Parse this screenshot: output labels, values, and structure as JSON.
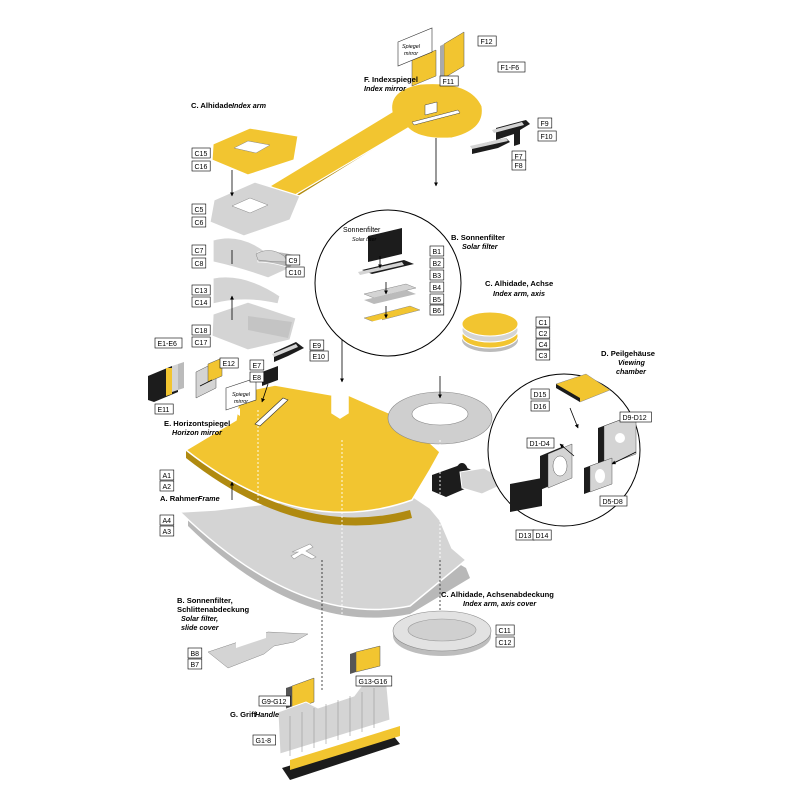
{
  "colors": {
    "yellow": "#f2c530",
    "gray": "#d4d4d4",
    "dark": "#1c1c1c",
    "outline": "#ffffff"
  },
  "titles": {
    "F_de": "F. Indexspiegel",
    "F_en": "Index mirror",
    "C_arm_de": "C. Alhidade",
    "C_arm_en": "Index arm",
    "B_de": "B. Sonnenfilter",
    "B_en": "Solar filter",
    "C_axis_de": "C. Alhidade, Achse",
    "C_axis_en": "Index arm, axis",
    "D_de": "D. Peilgehäuse",
    "D_en1": "Viewing",
    "D_en2": "chamber",
    "E_de": "E. Horizontspiegel",
    "E_en": "Horizon mirror",
    "A_de": "A. Rahmen",
    "A_en": "Frame",
    "B2_de1": "B. Sonnenfilter,",
    "B2_de2": "Schlittenabdeckung",
    "B2_en1": "Solar filter,",
    "B2_en2": "slide cover",
    "Ccov_de": "C. Alhidade, Achsenabdeckung",
    "Ccov_en": "Index arm, axis cover",
    "G_de": "G. Griff",
    "G_en": "Handle",
    "filter_de": "Sonnenfilter",
    "filter_en": "Solar filter",
    "mirror_de": "Spiegel",
    "mirror_en": "mirror"
  },
  "tags": {
    "F12": "F12",
    "F11": "F11",
    "F1F6": "F1-F6",
    "F9": "F9",
    "F10": "F10",
    "F7": "F7",
    "F8": "F8",
    "C15": "C15",
    "C16": "C16",
    "C5": "C5",
    "C6": "C6",
    "C7": "C7",
    "C8": "C8",
    "C9": "C9",
    "C10": "C10",
    "C13": "C13",
    "C14": "C14",
    "C18": "C18",
    "C17": "C17",
    "B1": "B1",
    "B2": "B2",
    "B3": "B3",
    "B4": "B4",
    "B5": "B5",
    "B6": "B6",
    "C1": "C1",
    "C2": "C2",
    "C4": "C4",
    "C3": "C3",
    "D15": "D15",
    "D16": "D16",
    "D9D12": "D9-D12",
    "D1D4": "D1-D4",
    "D5D8": "D5-D8",
    "D13": "D13",
    "D14": "D14",
    "E1E6": "E1-E6",
    "E12": "E12",
    "E11": "E11",
    "E9": "E9",
    "E10": "E10",
    "E7": "E7",
    "E8": "E8",
    "A1": "A1",
    "A2": "A2",
    "A4": "A4",
    "A3": "A3",
    "B8": "B8",
    "B7": "B7",
    "C11": "C11",
    "C12": "C12",
    "G9G12": "G9-G12",
    "G13G16": "G13-G16",
    "G1G8": "G1-8"
  }
}
